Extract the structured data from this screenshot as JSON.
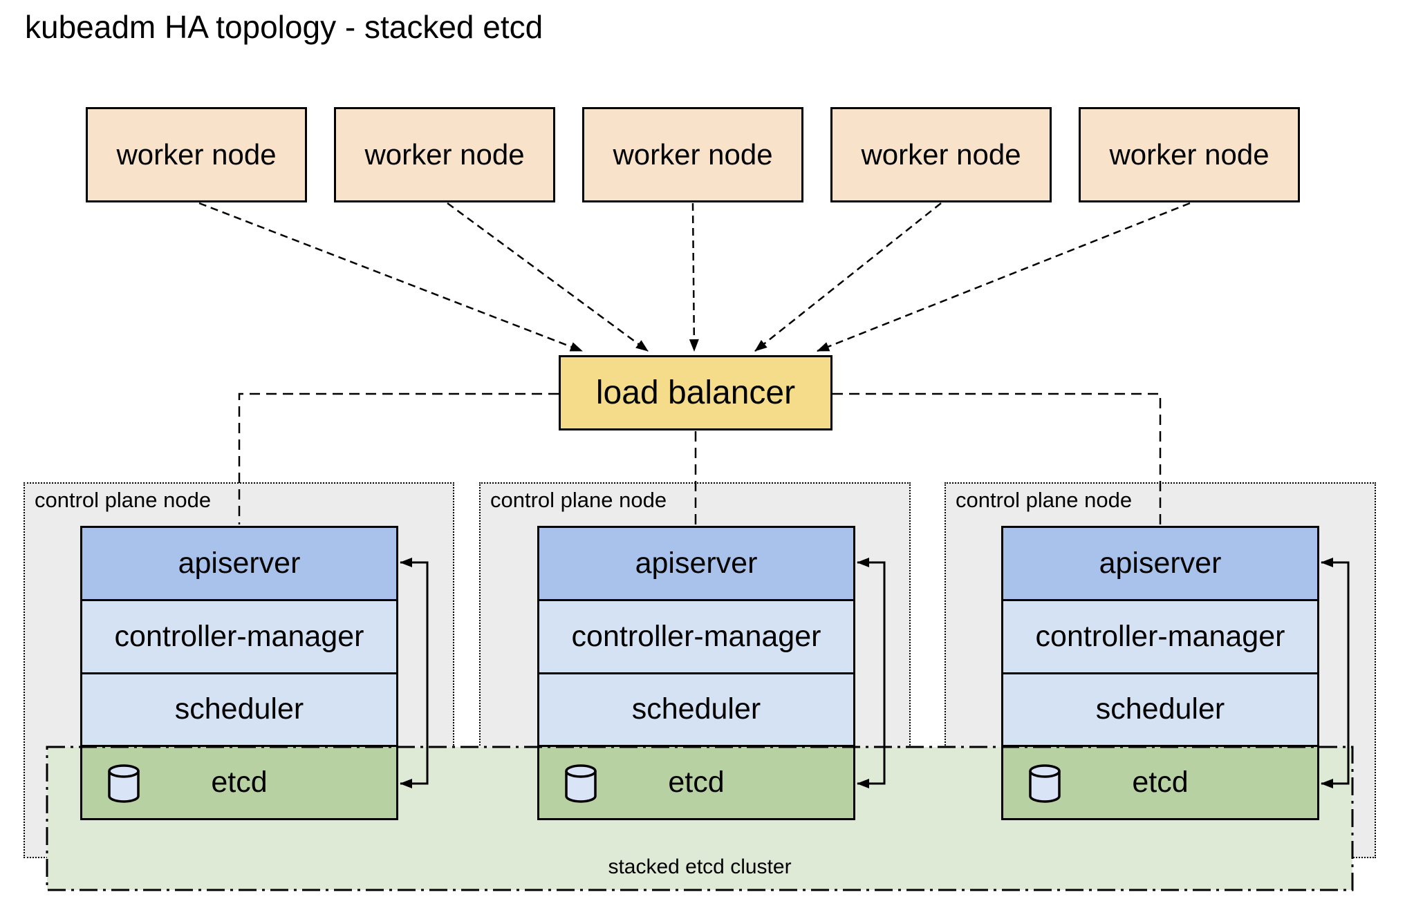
{
  "title": "kubeadm HA topology - stacked etcd",
  "workers": [
    "worker node",
    "worker node",
    "worker node",
    "worker node",
    "worker node"
  ],
  "load_balancer": {
    "label": "load balancer"
  },
  "control_planes": [
    {
      "label": "control plane node",
      "components": [
        "apiserver",
        "controller-manager",
        "scheduler",
        "etcd"
      ]
    },
    {
      "label": "control plane node",
      "components": [
        "apiserver",
        "controller-manager",
        "scheduler",
        "etcd"
      ]
    },
    {
      "label": "control plane node",
      "components": [
        "apiserver",
        "controller-manager",
        "scheduler",
        "etcd"
      ]
    }
  ],
  "etcd_cluster": {
    "label": "stacked etcd cluster"
  },
  "icons": {
    "etcd_database": "database-cylinder-icon"
  },
  "colors": {
    "worker_fill": "#F8E2CA",
    "load_balancer_fill": "#F5DC8A",
    "apiserver_fill": "#A8C2EC",
    "component_fill": "#D4E2F4",
    "etcd_row_fill": "#B8D1A2",
    "etcd_cluster_fill": "#DEE9D6",
    "control_plane_fill": "#ECECEC",
    "line": "#000000"
  }
}
